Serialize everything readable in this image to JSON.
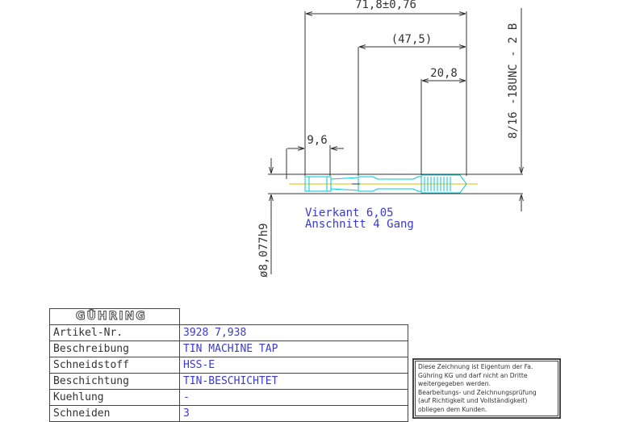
{
  "dimensions": {
    "overall_length": "71,8±0,76",
    "reference_length": "(47,5)",
    "thread_length": "20,8",
    "square_length": "9,6",
    "thread_spec": "8/16 -18UNC - 2 B",
    "shank_diameter": "ø8,077h9"
  },
  "notes": {
    "line1": "Vierkant 6,05",
    "line2": "Anschnitt 4 Gang"
  },
  "title_block": {
    "logo": "GÜHRING",
    "rows": [
      {
        "label": "Artikel-Nr.",
        "value": "3928 7,938"
      },
      {
        "label": "Beschreibung",
        "value": "TIN MACHINE TAP"
      },
      {
        "label": "Schneidstoff",
        "value": "HSS-E"
      },
      {
        "label": "Beschichtung",
        "value": "TIN-BESCHICHTET"
      },
      {
        "label": "Kuehlung",
        "value": "-"
      },
      {
        "label": "Schneiden",
        "value": "3"
      }
    ]
  },
  "notice": {
    "lines": [
      "Diese Zeichnung ist Eigentum der Fa.",
      "Gühring KG und darf nicht an Dritte",
      "weitergegeben werden.",
      "Bearbeitungs- und Zeichnungsprüfung",
      "(auf Richtigkeit und Vollständigkeit)",
      "obliegen dem Kunden."
    ]
  },
  "colors": {
    "dimension_lines": "#333333",
    "tool_outline": "#00c8d8",
    "center_line": "#e0c000",
    "annotation_text": "#3a3ad0"
  }
}
